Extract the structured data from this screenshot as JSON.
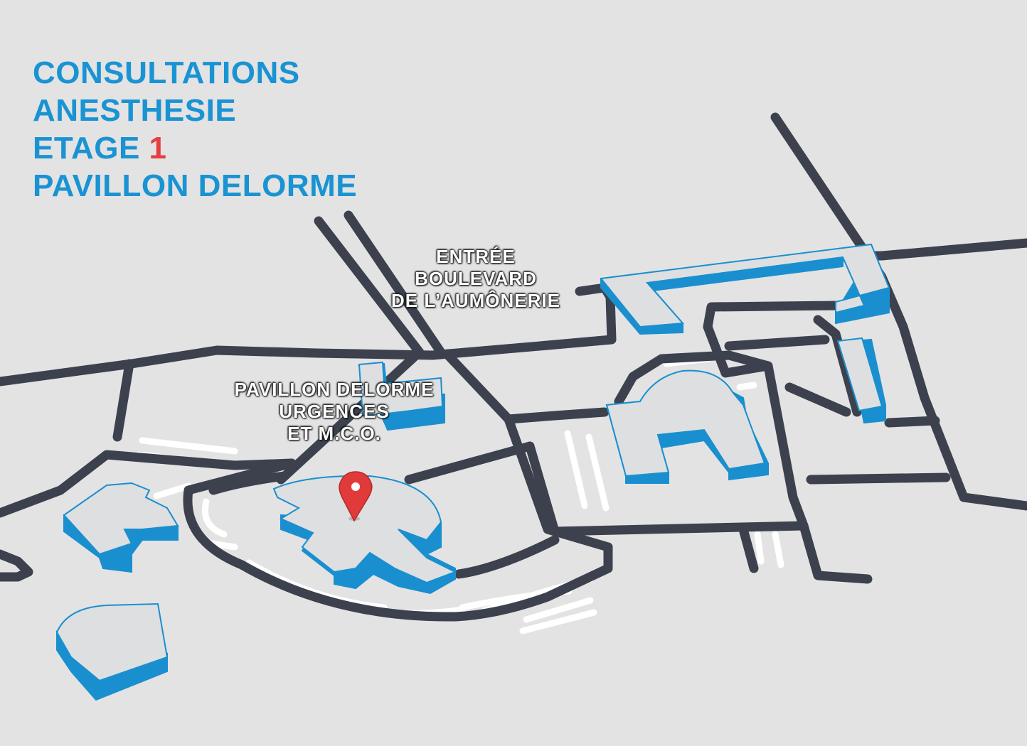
{
  "title": {
    "line1": "CONSULTATIONS",
    "line2": "ANESTHESIE",
    "line3_prefix": "ETAGE ",
    "line3_number": "1",
    "line4": "PAVILLON DELORME"
  },
  "labels": {
    "entrance": [
      "ENTRÉE",
      "BOULEVARD",
      "DE L’AUMÔNERIE"
    ],
    "pavilion": [
      "PAVILLON DELORME",
      "URGENCES",
      "ET M.C.O."
    ]
  },
  "colors": {
    "background": "#e3e3e4",
    "road": "#3c414d",
    "building_side": "#1a8fcf",
    "building_top": "#dedfe0",
    "title": "#1a93d3",
    "accent_number": "#e3403f",
    "marker": "#e03a3a",
    "label_text": "#ffffff"
  },
  "icons": {
    "marker": "map-pin-icon"
  }
}
